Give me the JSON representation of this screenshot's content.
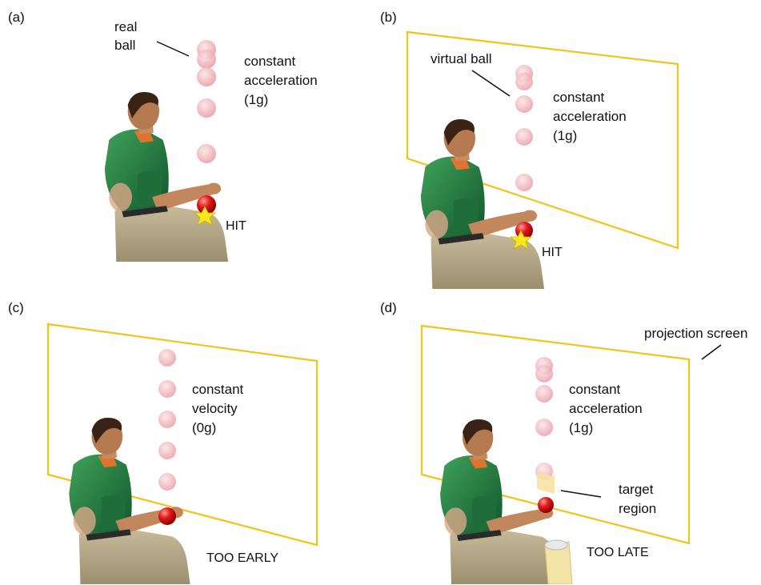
{
  "panels": [
    {
      "letter": "(a)",
      "pointer_label": [
        "real",
        "ball"
      ],
      "condition": [
        "constant",
        "acceleration",
        "(1g)"
      ],
      "outcome": "HIT",
      "ball_color": "#e8a6ad",
      "hit_ball_color": "#e01818"
    },
    {
      "letter": "(b)",
      "pointer_label": [
        "virtual ball"
      ],
      "condition": [
        "constant",
        "acceleration",
        "(1g)"
      ],
      "outcome": "HIT",
      "screen_color": "#f0c419"
    },
    {
      "letter": "(c)",
      "condition": [
        "constant",
        "velocity",
        "(0g)"
      ],
      "outcome": "TOO EARLY"
    },
    {
      "letter": "(d)",
      "screen_label": "projection screen",
      "condition": [
        "constant",
        "acceleration",
        "(1g)"
      ],
      "region_label": [
        "target",
        "region"
      ],
      "outcome": "TOO LATE"
    }
  ]
}
